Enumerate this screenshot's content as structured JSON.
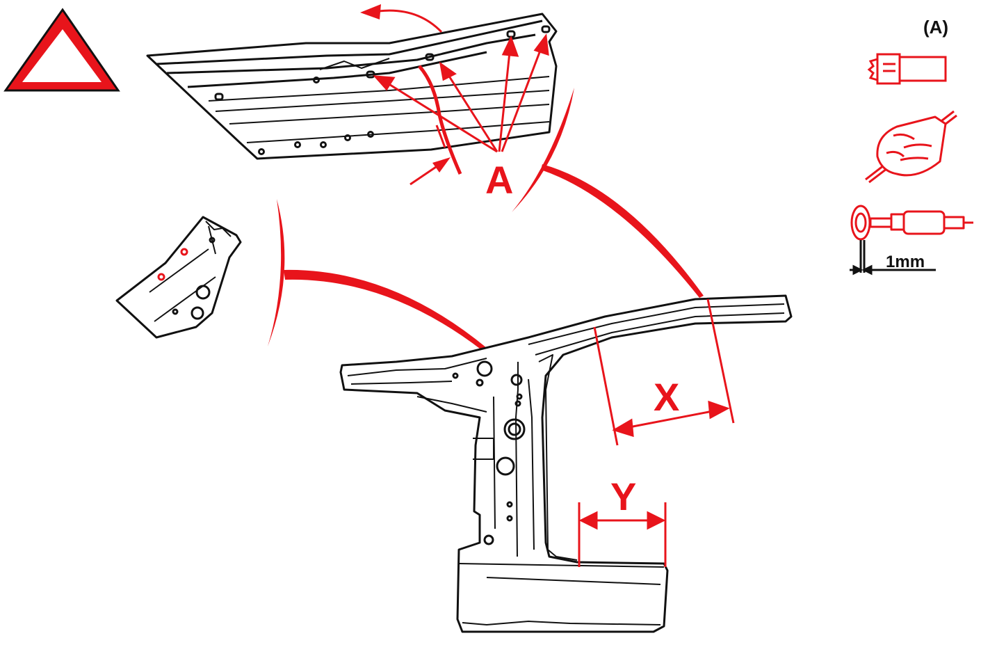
{
  "labels": {
    "spot_weld_label": "A",
    "length_x": "X",
    "length_y": "Y",
    "legend_key": "(A)",
    "gap_value": "1mm"
  },
  "colors": {
    "accent": "#e8141b",
    "line": "#111111",
    "background": "#ffffff"
  },
  "icons": {
    "warning": "warning-triangle-icon",
    "tool_drill": "spot-weld-drill-icon",
    "tool_hand": "hand-sanding-icon",
    "tool_grinder": "wire-brush-grinder-icon"
  }
}
